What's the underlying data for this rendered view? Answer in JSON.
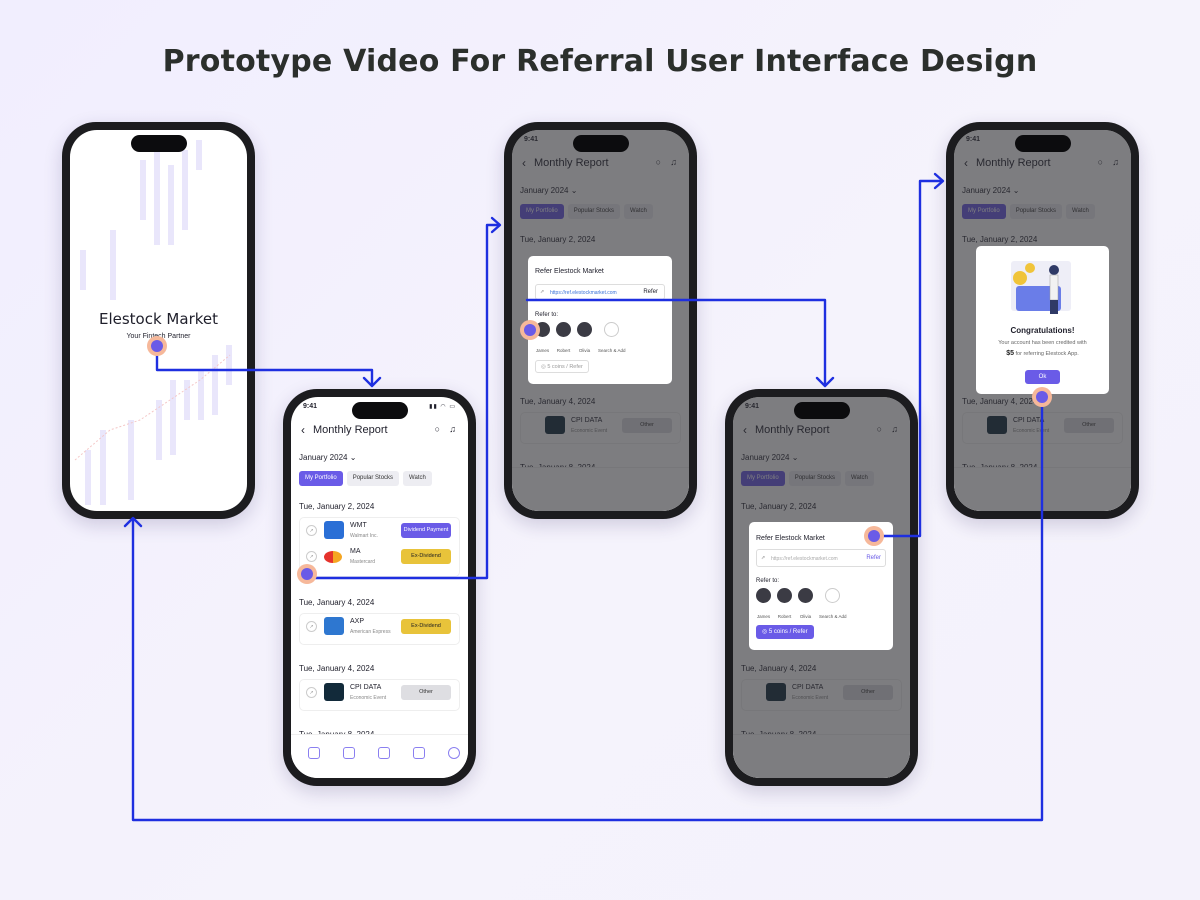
{
  "page_title": "Prototype Video For Referral User Interface Design",
  "splash": {
    "brand": "Elestock Market",
    "tagline": "Your Fintech Partner"
  },
  "status": {
    "time": "9:41"
  },
  "report": {
    "title": "Monthly Report",
    "month": "January 2024",
    "tabs": [
      "My Portfolio",
      "Popular Stocks",
      "Watch"
    ],
    "dates": [
      "Tue, January 2, 2024",
      "Tue, January 4, 2024",
      "Tue, January 4, 2024",
      "Tue, January 8, 2024"
    ],
    "events": [
      {
        "ticker": "WMT",
        "company": "Walmart Inc.",
        "action": "Dividend Payment"
      },
      {
        "ticker": "MA",
        "company": "Mastercard",
        "action": "Ex-Dividend"
      },
      {
        "ticker": "AXP",
        "company": "American Express",
        "action": "Ex-Dividend"
      },
      {
        "ticker": "CPI DATA",
        "company": "Economic Event",
        "action": "Other"
      }
    ]
  },
  "refer": {
    "title": "Refer Elestock Market",
    "link": "https://ref.elestockmarket.com",
    "link_short": "https://ref.elestockmarket.com",
    "refer_btn": "Refer",
    "refer_to": "Refer to:",
    "contacts": [
      "James",
      "Robert",
      "Olivia",
      "Search & Add"
    ],
    "coins": "5 coins / Refer"
  },
  "congrats": {
    "title": "Congratulations!",
    "line1": "Your account has been credited with",
    "amount": "$5",
    "line2": "for referring Elestock App.",
    "ok": "Ok"
  },
  "colors": {
    "accent": "#6a5be7",
    "flow": "#1e2fe0",
    "yellow": "#e8c33a"
  }
}
